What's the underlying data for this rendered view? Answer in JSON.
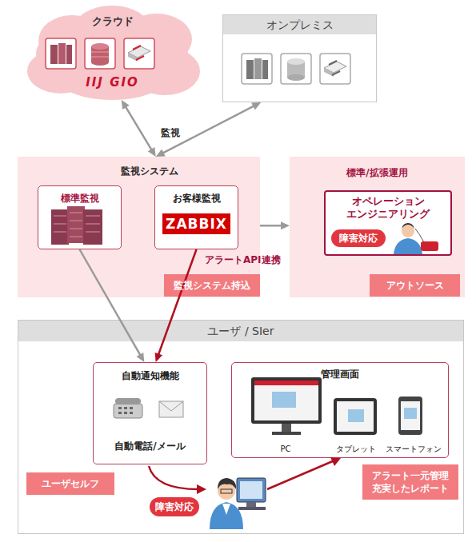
{
  "diagram": {
    "nodes": [
      {
        "text": [
          "クラウド",
          "IIJ GIO"
        ]
      },
      {
        "text": [
          "オンプレミス"
        ]
      },
      {
        "text": [
          "監視システム"
        ]
      },
      {
        "text": [
          "標準監視"
        ],
        "in": 2
      },
      {
        "text": [
          "お客様監視",
          "ZABBIX"
        ],
        "in": 2
      },
      {
        "text": [
          "監視システム持込"
        ],
        "in": 2
      },
      {
        "text": [
          "標準/拡張運用"
        ]
      },
      {
        "text": [
          "オペレーション エンジニアリング"
        ],
        "in": 6
      },
      {
        "text": [
          "障害対応"
        ],
        "in": 7
      },
      {
        "text": [
          "アウトソース"
        ],
        "in": 6
      },
      {
        "text": [
          "ユーザ / SIer"
        ]
      },
      {
        "text": [
          "自動通知機能",
          "自動電話/メール"
        ],
        "in": 10
      },
      {
        "text": [
          "管理画面",
          "PC",
          "タブレット",
          "スマートフォン"
        ],
        "in": 10
      },
      {
        "text": [
          "ユーザセルフ"
        ],
        "in": 10
      },
      {
        "text": [
          "障害対応"
        ],
        "in": 10
      },
      {
        "text": [
          "アラート一元管理 充実したレポート"
        ],
        "in": 10
      }
    ],
    "edges": [
      {
        "from": 0,
        "to": 2,
        "arrow": "both",
        "label": "監視"
      },
      {
        "from": 1,
        "to": 2,
        "arrow": "both"
      },
      {
        "from": 2,
        "to": 6,
        "arrow": "to"
      },
      {
        "from": 3,
        "to": 11,
        "arrow": "to"
      },
      {
        "from": 4,
        "to": 11,
        "arrow": "to",
        "label": "アラートAPI連携"
      }
    ]
  }
}
